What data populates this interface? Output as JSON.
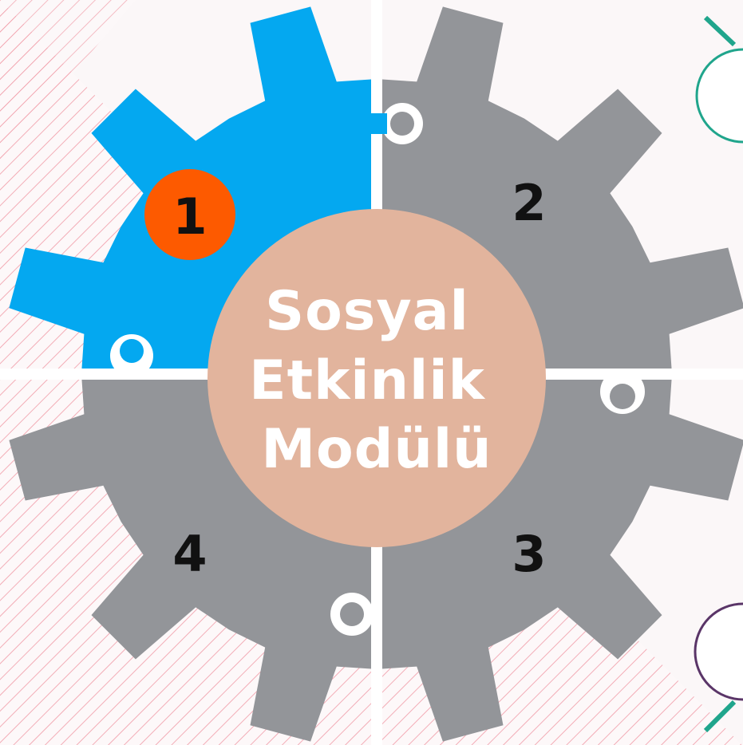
{
  "diagram": {
    "center": {
      "lines": [
        "Sosyal",
        "Etkinlik",
        "Modülü"
      ]
    },
    "segments": [
      {
        "number": "1",
        "state": "active"
      },
      {
        "number": "2",
        "state": "inactive"
      },
      {
        "number": "3",
        "state": "inactive"
      },
      {
        "number": "4",
        "state": "inactive"
      }
    ],
    "colors": {
      "active": "#04a8f0",
      "inactive": "#939599",
      "badge": "#fd5a00",
      "center": "#e2b49d",
      "center_text": "#ffffff",
      "number_text": "#111111",
      "stripes": "#ef8a98",
      "accent_green": "#20a58c",
      "accent_purple": "#5a3568"
    }
  }
}
